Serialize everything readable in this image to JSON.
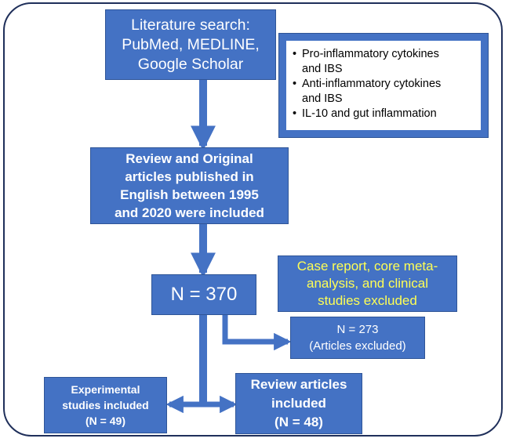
{
  "search_box": {
    "lines": [
      "Literature search:",
      "PubMed, MEDLINE,",
      "Google Scholar"
    ]
  },
  "topics_box": {
    "items": [
      {
        "lines": [
          "Pro-inflammatory cytokines",
          "and IBS"
        ]
      },
      {
        "lines": [
          "Anti-inflammatory cytokines",
          "and IBS"
        ]
      },
      {
        "lines": [
          "IL-10 and gut inflammation"
        ]
      }
    ]
  },
  "criteria_box": {
    "lines": [
      "Review and Original",
      "articles published in",
      "English between 1995",
      "and 2020 were included"
    ]
  },
  "total_box": {
    "text": "N = 370"
  },
  "excluded_note": {
    "lines": [
      "Case report, core meta-",
      "analysis, and clinical",
      "studies excluded"
    ]
  },
  "excluded_box": {
    "lines": [
      "N = 273",
      "(Articles excluded)"
    ]
  },
  "experimental_box": {
    "lines": [
      "Experimental",
      "studies included",
      "(N = 49)"
    ]
  },
  "review_box": {
    "lines": [
      "Review articles",
      "included",
      "(N = 48)"
    ]
  },
  "colors": {
    "box_fill": "#4472c4",
    "note_text": "#ffff55",
    "frame": "#1f2f5a"
  }
}
